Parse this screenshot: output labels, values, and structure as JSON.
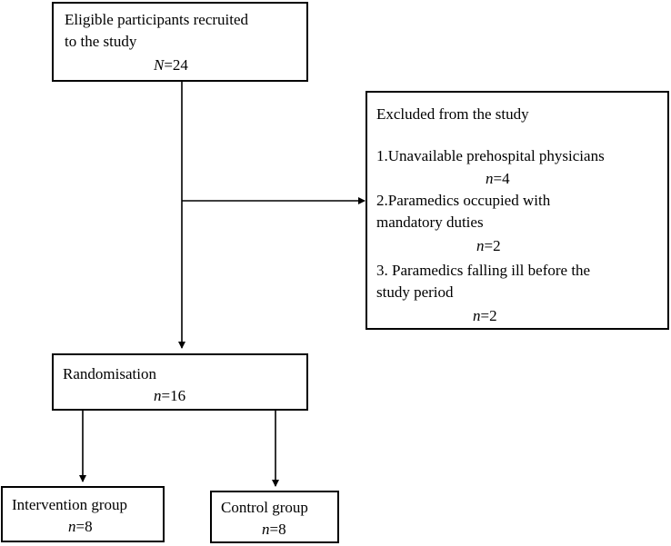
{
  "recruited": {
    "line1": "Eligible participants recruited",
    "line2": "to the study",
    "n_symbol": "N",
    "n_rest": "=24"
  },
  "excluded": {
    "title": "Excluded from the study",
    "item1_line1": "1.Unavailable prehospital physicians",
    "item1_n_symbol": "n",
    "item1_n_rest": "=4",
    "item2_line1": "2.Paramedics occupied with",
    "item2_line2": "mandatory duties",
    "item2_n_symbol": "n",
    "item2_n_rest": "=2",
    "item3_line1": "3. Paramedics falling ill before the",
    "item3_line2": "study period",
    "item3_n_symbol": "n",
    "item3_n_rest": "=2"
  },
  "randomisation": {
    "label": "Randomisation",
    "n_symbol": "n",
    "n_rest": "=16"
  },
  "intervention": {
    "label": "Intervention group",
    "n_symbol": "n",
    "n_rest": "=8"
  },
  "control": {
    "label": "Control group",
    "n_symbol": "n",
    "n_rest": "=8"
  }
}
